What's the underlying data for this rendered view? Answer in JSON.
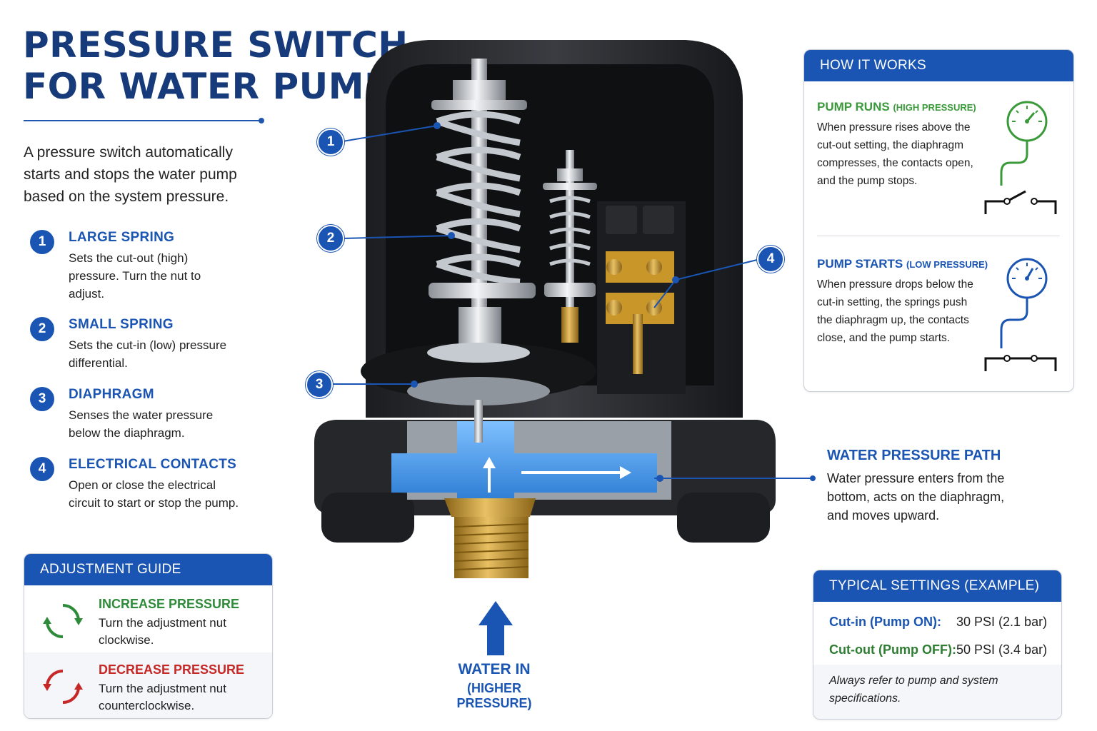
{
  "title": {
    "line1": "PRESSURE SWITCH",
    "line2": "FOR WATER PUMP"
  },
  "intro": "A pressure switch automatically starts and stops the water pump based on the system pressure.",
  "parts": [
    {
      "num": "1",
      "title": "LARGE SPRING",
      "desc": "Sets the cut-out (high) pressure. Turn the nut to adjust."
    },
    {
      "num": "2",
      "title": "SMALL SPRING",
      "desc": "Sets the cut-in (low) pressure differential."
    },
    {
      "num": "3",
      "title": "DIAPHRAGM",
      "desc": "Senses the water pressure below the diaphragm."
    },
    {
      "num": "4",
      "title": "ELECTRICAL CONTACTS",
      "desc": "Open or close the electrical circuit to start or stop the pump."
    }
  ],
  "adjustment": {
    "header": "ADJUSTMENT GUIDE",
    "increase": {
      "title": "INCREASE PRESSURE",
      "desc1": "Turn the adjustment nut",
      "desc2": "clockwise.",
      "color": "#2e8b3a",
      "icon": "clockwise-arrows-icon"
    },
    "decrease": {
      "title": "DECREASE PRESSURE",
      "desc1": "Turn the adjustment nut",
      "desc2": "counterclockwise.",
      "color": "#c62828",
      "icon": "counterclockwise-arrows-icon"
    }
  },
  "how_it_works": {
    "header": "HOW IT WORKS",
    "runs": {
      "title": "PUMP RUNS",
      "sub": "(HIGH PRESSURE)",
      "desc": "When pressure rises above the cut-out setting, the diaphragm compresses, the contacts open, and the pump stops.",
      "color": "#3a9a3a",
      "icon": "pressure-gauge-open-switch-icon"
    },
    "starts": {
      "title": "PUMP STARTS",
      "sub": "(LOW PRESSURE)",
      "desc": "When pressure drops below the cut-in setting, the springs push the diaphragm up, the contacts close, and the pump starts.",
      "color": "#1a55b3",
      "icon": "pressure-gauge-closed-switch-icon"
    }
  },
  "callouts": [
    "1",
    "2",
    "3",
    "4"
  ],
  "water_path": {
    "title": "WATER PRESSURE PATH",
    "desc": "Water pressure enters from the bottom, acts on the diaphragm, and moves upward."
  },
  "water_in": {
    "line1": "WATER IN",
    "line2": "(HIGHER PRESSURE)"
  },
  "typical_settings": {
    "header": "TYPICAL SETTINGS (EXAMPLE)",
    "rows": [
      {
        "label": "Cut-in (Pump ON):",
        "value": "30 PSI (2.1 bar)",
        "color": "#1a55b3"
      },
      {
        "label": "Cut-out (Pump OFF):",
        "value": "50 PSI (3.4 bar)",
        "color": "#2e7d32"
      }
    ],
    "note": "Always refer to pump and system specifications."
  },
  "colors": {
    "brand_blue": "#1a55b3",
    "title_navy": "#163a7a",
    "green": "#2e8b3a",
    "red": "#c62828",
    "water": "#3b8fe0",
    "brass": "#c9962a"
  }
}
